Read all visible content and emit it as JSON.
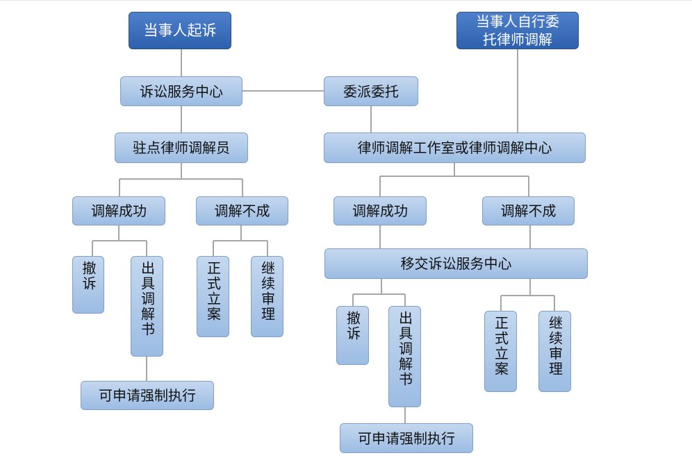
{
  "diagram": {
    "nodes": {
      "litigation": "当事人起诉",
      "self_entrust": "当事人自行委托律师调解",
      "service_center": "诉讼服务中心",
      "delegate": "委派委托",
      "resident_mediator": "驻点律师调解员",
      "lawyer_studio": "律师调解工作室或律师调解中心",
      "l_success": "调解成功",
      "l_fail": "调解不成",
      "l_withdraw": "撤诉",
      "l_issue_doc": "出具调解书",
      "l_trial": "正式立案",
      "l_continue": "继续审理",
      "l_enforce": "可申请强制执行",
      "r_success": "调解成功",
      "r_fail": "调解不成",
      "r_transfer": "移交诉讼服务中心",
      "r_withdraw": "撤诉",
      "r_issue_doc": "出具调解书",
      "r_enforce": "可申请强制执行",
      "r_trial": "正式立案",
      "r_continue": "继续审理"
    }
  }
}
